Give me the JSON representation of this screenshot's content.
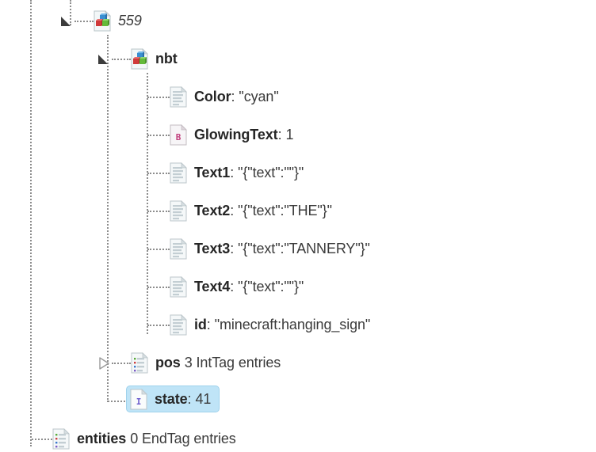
{
  "app": {
    "view": "nbt-tree",
    "background": "#ffffff",
    "selection_color": "#bfe4f7",
    "selection_border_color": "#9fd2ec",
    "line_color": "#8d8d8d"
  },
  "tree": {
    "nodes": [
      {
        "id": "node-559",
        "name": "559",
        "separator": "",
        "value": "",
        "icon": "compound-tag-icon",
        "expander": "expanded-triangle-icon",
        "depth": 1,
        "selected": false,
        "italic_name": true
      },
      {
        "id": "node-nbt",
        "name": "nbt",
        "separator": "",
        "value": "",
        "icon": "compound-tag-icon",
        "expander": "expanded-triangle-icon",
        "depth": 2,
        "selected": false,
        "italic_name": false
      },
      {
        "id": "node-color",
        "name": "Color",
        "separator": ":",
        "value": "\"cyan\"",
        "icon": "string-tag-icon",
        "expander": "none",
        "depth": 3,
        "selected": false,
        "italic_name": false
      },
      {
        "id": "node-glowingtext",
        "name": "GlowingText",
        "separator": ":",
        "value": "1",
        "icon": "byte-tag-icon",
        "expander": "none",
        "depth": 3,
        "selected": false,
        "italic_name": false
      },
      {
        "id": "node-text1",
        "name": "Text1",
        "separator": ":",
        "value": "\"{\"text\":\"\"}\"",
        "icon": "string-tag-icon",
        "expander": "none",
        "depth": 3,
        "selected": false,
        "italic_name": false
      },
      {
        "id": "node-text2",
        "name": "Text2",
        "separator": ":",
        "value": "\"{\"text\":\"THE\"}\"",
        "icon": "string-tag-icon",
        "expander": "none",
        "depth": 3,
        "selected": false,
        "italic_name": false
      },
      {
        "id": "node-text3",
        "name": "Text3",
        "separator": ":",
        "value": "\"{\"text\":\"TANNERY\"}\"",
        "icon": "string-tag-icon",
        "expander": "none",
        "depth": 3,
        "selected": false,
        "italic_name": false
      },
      {
        "id": "node-text4",
        "name": "Text4",
        "separator": ":",
        "value": "\"{\"text\":\"\"}\"",
        "icon": "string-tag-icon",
        "expander": "none",
        "depth": 3,
        "selected": false,
        "italic_name": false
      },
      {
        "id": "node-id",
        "name": "id",
        "separator": ":",
        "value": "\"minecraft:hanging_sign\"",
        "icon": "string-tag-icon",
        "expander": "none",
        "depth": 3,
        "selected": false,
        "italic_name": false
      },
      {
        "id": "node-pos",
        "name": "pos",
        "separator": "",
        "value": "3 IntTag entries",
        "icon": "list-tag-icon",
        "expander": "collapsed-triangle-icon",
        "depth": 2,
        "selected": false,
        "italic_name": false
      },
      {
        "id": "node-state",
        "name": "state",
        "separator": ":",
        "value": "41",
        "icon": "int-tag-icon",
        "expander": "none",
        "depth": 2,
        "selected": true,
        "italic_name": false
      },
      {
        "id": "node-entities",
        "name": "entities",
        "separator": "",
        "value": "0 EndTag entries",
        "icon": "list-tag-icon",
        "expander": "none",
        "depth": 1,
        "selected": false,
        "italic_name": false
      }
    ]
  }
}
